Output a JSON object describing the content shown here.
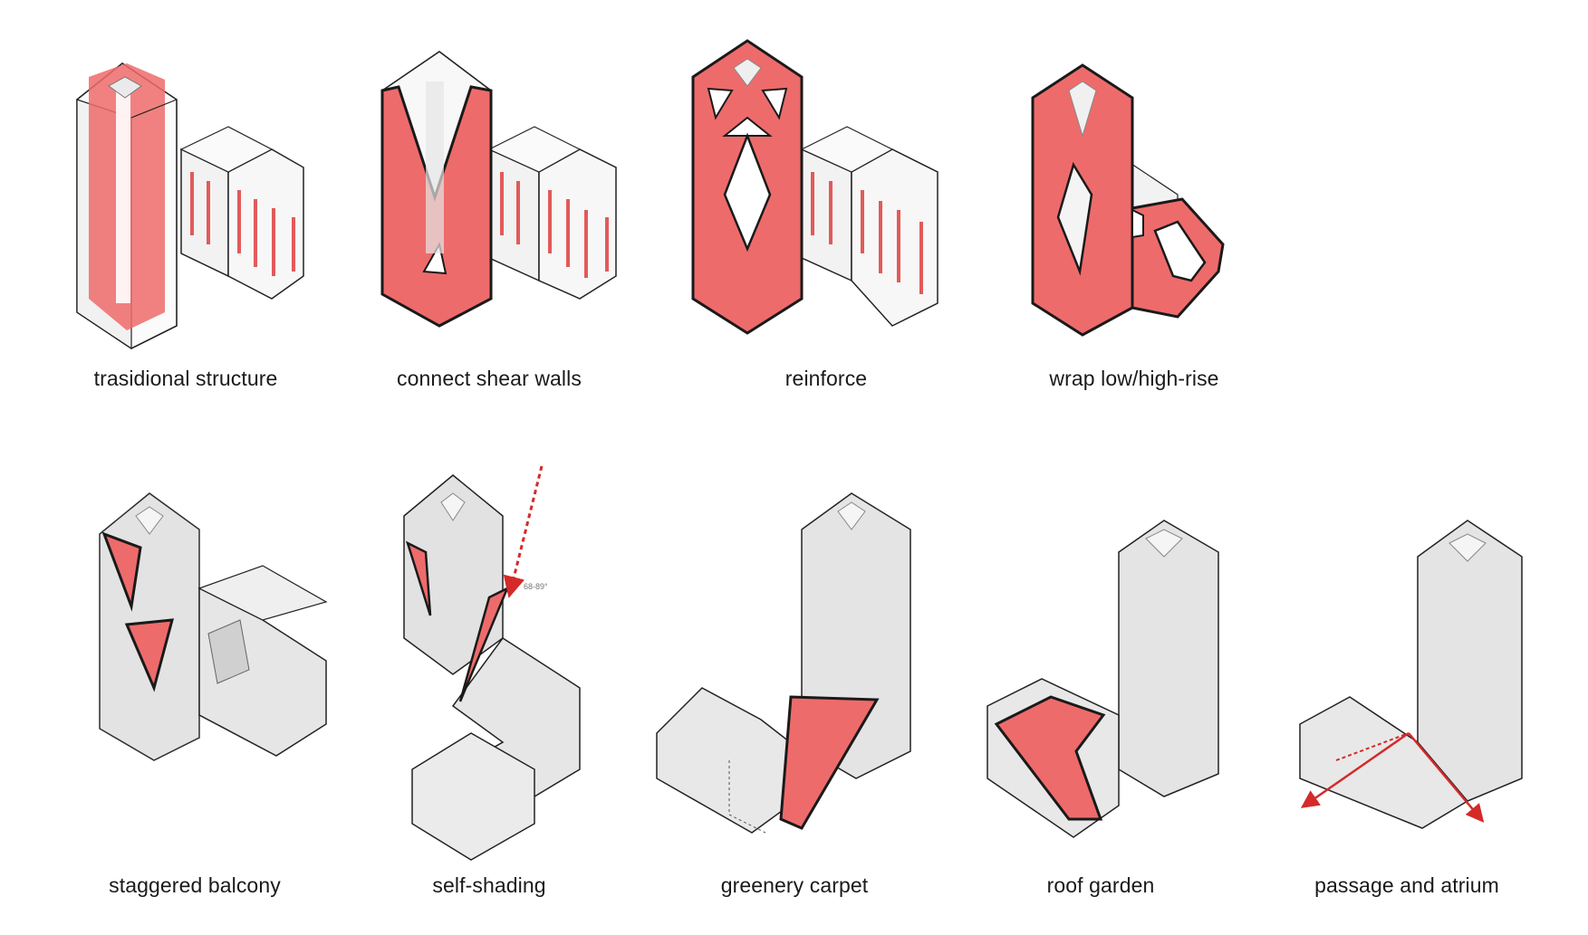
{
  "diagrams": [
    {
      "label": "trasidional structure"
    },
    {
      "label": "connect shear walls"
    },
    {
      "label": "reinforce"
    },
    {
      "label": "wrap low/high-rise"
    },
    {
      "label": "staggered balcony"
    },
    {
      "label": "self-shading"
    },
    {
      "label": "greenery carpet"
    },
    {
      "label": "roof garden"
    },
    {
      "label": "passage and atrium"
    }
  ],
  "annotations": {
    "sun_angle": "68-89°"
  },
  "colors": {
    "accent": "#ee6b6b",
    "accent_dark": "#c73a3a",
    "arrow": "#d42a2a",
    "volume": "#d9d9d9",
    "line": "#1a1a1a"
  }
}
